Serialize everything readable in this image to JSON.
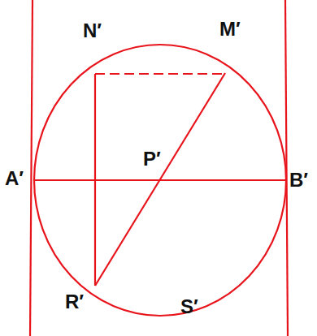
{
  "diagram": {
    "labels": [
      "N′",
      "M′",
      "A′",
      "P′",
      "B′",
      "R′",
      "S′"
    ]
  }
}
